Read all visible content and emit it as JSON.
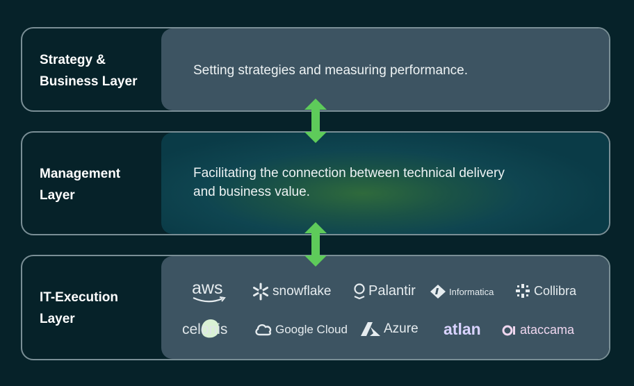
{
  "layers": [
    {
      "title_line1": "Strategy &",
      "title_line2": "Business Layer",
      "description": "Setting strategies and measuring performance."
    },
    {
      "title_line1": "Management",
      "title_line2": "Layer",
      "description_line1": "Facilitating the connection between technical delivery",
      "description_line2": "and business value."
    },
    {
      "title_line1": "IT-Execution",
      "title_line2": "Layer"
    }
  ],
  "logos": {
    "aws": "aws",
    "snowflake": "snowflake",
    "palantir": "Palantir",
    "informatica": "Informatica",
    "collibra": "Collibra",
    "celonis": "celonis",
    "google_cloud": "Google Cloud",
    "azure": "Azure",
    "atlan": "atlan",
    "ataccama": "ataccama"
  },
  "colors": {
    "background": "#062229",
    "panel": "#3d5462",
    "arrow": "#5ecb5a",
    "border": "#7a8f96"
  }
}
